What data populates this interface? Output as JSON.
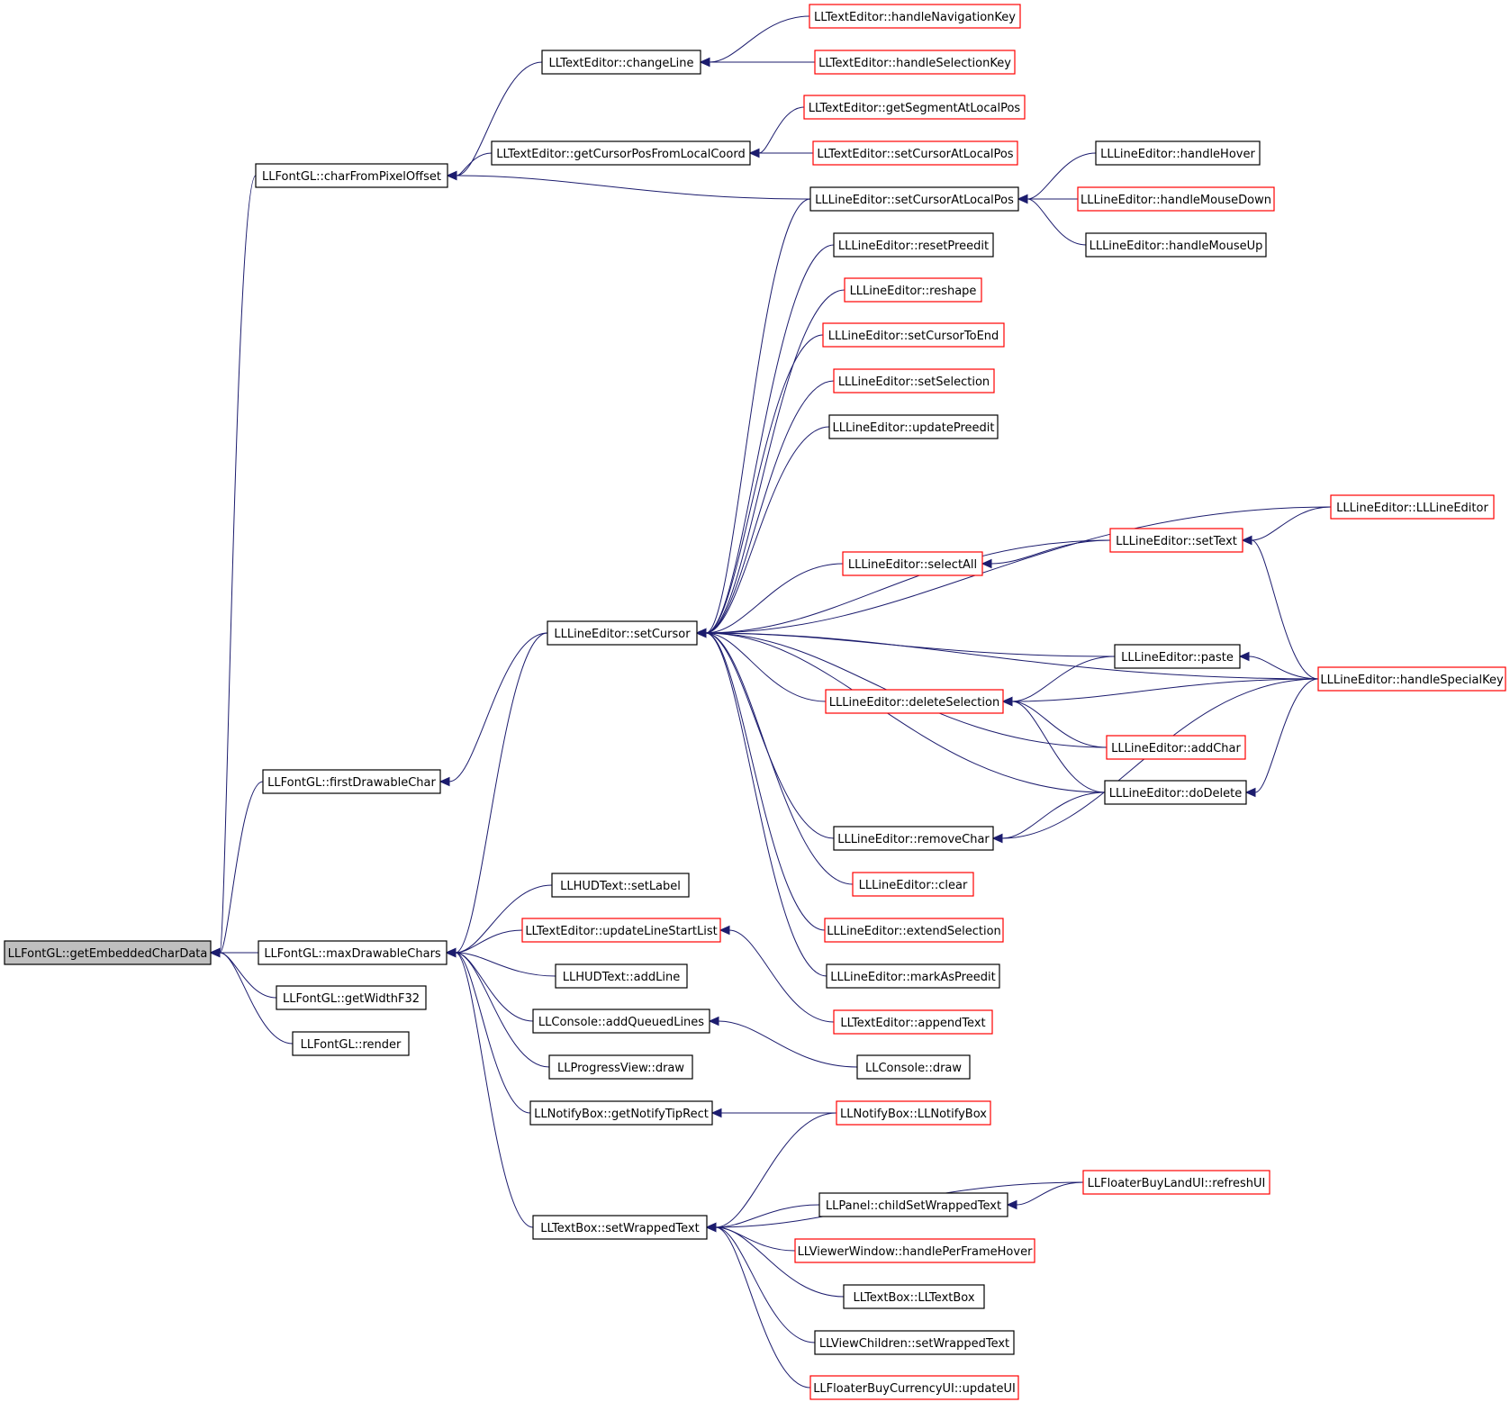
{
  "nodes": [
    {
      "id": "getEmbeddedCharData",
      "label": "LLFontGL::getEmbeddedCharData",
      "color": "black",
      "focus": true
    },
    {
      "id": "charFromPixelOffset",
      "label": "LLFontGL::charFromPixelOffset",
      "color": "black"
    },
    {
      "id": "firstDrawableChar",
      "label": "LLFontGL::firstDrawableChar",
      "color": "black"
    },
    {
      "id": "maxDrawableChars",
      "label": "LLFontGL::maxDrawableChars",
      "color": "black"
    },
    {
      "id": "getWidthF32",
      "label": "LLFontGL::getWidthF32",
      "color": "black"
    },
    {
      "id": "render",
      "label": "LLFontGL::render",
      "color": "black"
    },
    {
      "id": "changeLine",
      "label": "LLTextEditor::changeLine",
      "color": "black"
    },
    {
      "id": "handleNavigationKey",
      "label": "LLTextEditor::handleNavigationKey",
      "color": "red"
    },
    {
      "id": "handleSelectionKey",
      "label": "LLTextEditor::handleSelectionKey",
      "color": "red"
    },
    {
      "id": "getCursorPosFromLocalCoord",
      "label": "LLTextEditor::getCursorPosFromLocalCoord",
      "color": "black"
    },
    {
      "id": "getSegmentAtLocalPos",
      "label": "LLTextEditor::getSegmentAtLocalPos",
      "color": "red"
    },
    {
      "id": "teSetCursorAtLocalPos",
      "label": "LLTextEditor::setCursorAtLocalPos",
      "color": "red"
    },
    {
      "id": "leSetCursorAtLocalPos",
      "label": "LLLineEditor::setCursorAtLocalPos",
      "color": "black"
    },
    {
      "id": "handleHover",
      "label": "LLLineEditor::handleHover",
      "color": "black"
    },
    {
      "id": "handleMouseDown",
      "label": "LLLineEditor::handleMouseDown",
      "color": "red"
    },
    {
      "id": "handleMouseUp",
      "label": "LLLineEditor::handleMouseUp",
      "color": "black"
    },
    {
      "id": "resetPreedit",
      "label": "LLLineEditor::resetPreedit",
      "color": "black"
    },
    {
      "id": "reshape",
      "label": "LLLineEditor::reshape",
      "color": "red"
    },
    {
      "id": "setCursorToEnd",
      "label": "LLLineEditor::setCursorToEnd",
      "color": "red"
    },
    {
      "id": "setSelection",
      "label": "LLLineEditor::setSelection",
      "color": "red"
    },
    {
      "id": "updatePreedit",
      "label": "LLLineEditor::updatePreedit",
      "color": "black"
    },
    {
      "id": "llLineEditorCtor",
      "label": "LLLineEditor::LLLineEditor",
      "color": "red"
    },
    {
      "id": "setText",
      "label": "LLLineEditor::setText",
      "color": "red"
    },
    {
      "id": "selectAll",
      "label": "LLLineEditor::selectAll",
      "color": "red"
    },
    {
      "id": "setCursor",
      "label": "LLLineEditor::setCursor",
      "color": "black"
    },
    {
      "id": "paste",
      "label": "LLLineEditor::paste",
      "color": "black"
    },
    {
      "id": "handleSpecialKey",
      "label": "LLLineEditor::handleSpecialKey",
      "color": "red"
    },
    {
      "id": "deleteSelection",
      "label": "LLLineEditor::deleteSelection",
      "color": "red"
    },
    {
      "id": "addChar",
      "label": "LLLineEditor::addChar",
      "color": "red"
    },
    {
      "id": "doDelete",
      "label": "LLLineEditor::doDelete",
      "color": "black"
    },
    {
      "id": "removeChar",
      "label": "LLLineEditor::removeChar",
      "color": "black"
    },
    {
      "id": "clear",
      "label": "LLLineEditor::clear",
      "color": "red"
    },
    {
      "id": "extendSelection",
      "label": "LLLineEditor::extendSelection",
      "color": "red"
    },
    {
      "id": "markAsPreedit",
      "label": "LLLineEditor::markAsPreedit",
      "color": "black"
    },
    {
      "id": "hudSetLabel",
      "label": "LLHUDText::setLabel",
      "color": "black"
    },
    {
      "id": "updateLineStartList",
      "label": "LLTextEditor::updateLineStartList",
      "color": "red"
    },
    {
      "id": "hudAddLine",
      "label": "LLHUDText::addLine",
      "color": "black"
    },
    {
      "id": "addQueuedLines",
      "label": "LLConsole::addQueuedLines",
      "color": "black"
    },
    {
      "id": "appendText",
      "label": "LLTextEditor::appendText",
      "color": "red"
    },
    {
      "id": "progressDraw",
      "label": "LLProgressView::draw",
      "color": "black"
    },
    {
      "id": "consoleDraw",
      "label": "LLConsole::draw",
      "color": "black"
    },
    {
      "id": "getNotifyTipRect",
      "label": "LLNotifyBox::getNotifyTipRect",
      "color": "black"
    },
    {
      "id": "notifyBoxCtor",
      "label": "LLNotifyBox::LLNotifyBox",
      "color": "red"
    },
    {
      "id": "tbSetWrappedText",
      "label": "LLTextBox::setWrappedText",
      "color": "black"
    },
    {
      "id": "refreshUI",
      "label": "LLFloaterBuyLandUI::refreshUI",
      "color": "red"
    },
    {
      "id": "childSetWrappedText",
      "label": "LLPanel::childSetWrappedText",
      "color": "black"
    },
    {
      "id": "handlePerFrameHover",
      "label": "LLViewerWindow::handlePerFrameHover",
      "color": "red"
    },
    {
      "id": "textBoxCtor",
      "label": "LLTextBox::LLTextBox",
      "color": "black"
    },
    {
      "id": "vcSetWrappedText",
      "label": "LLViewChildren::setWrappedText",
      "color": "black"
    },
    {
      "id": "buyCurrencyUpdateUI",
      "label": "LLFloaterBuyCurrencyUI::updateUI",
      "color": "red"
    }
  ],
  "edges": [
    [
      "charFromPixelOffset",
      "getEmbeddedCharData"
    ],
    [
      "firstDrawableChar",
      "getEmbeddedCharData"
    ],
    [
      "maxDrawableChars",
      "getEmbeddedCharData"
    ],
    [
      "getWidthF32",
      "getEmbeddedCharData"
    ],
    [
      "render",
      "getEmbeddedCharData"
    ],
    [
      "changeLine",
      "charFromPixelOffset"
    ],
    [
      "getCursorPosFromLocalCoord",
      "charFromPixelOffset"
    ],
    [
      "leSetCursorAtLocalPos",
      "charFromPixelOffset"
    ],
    [
      "handleNavigationKey",
      "changeLine"
    ],
    [
      "handleSelectionKey",
      "changeLine"
    ],
    [
      "getSegmentAtLocalPos",
      "getCursorPosFromLocalCoord"
    ],
    [
      "teSetCursorAtLocalPos",
      "getCursorPosFromLocalCoord"
    ],
    [
      "handleHover",
      "leSetCursorAtLocalPos"
    ],
    [
      "handleMouseDown",
      "leSetCursorAtLocalPos"
    ],
    [
      "handleMouseUp",
      "leSetCursorAtLocalPos"
    ],
    [
      "setCursor",
      "firstDrawableChar"
    ],
    [
      "setCursor",
      "maxDrawableChars"
    ],
    [
      "leSetCursorAtLocalPos",
      "setCursor"
    ],
    [
      "resetPreedit",
      "setCursor"
    ],
    [
      "reshape",
      "setCursor"
    ],
    [
      "setCursorToEnd",
      "setCursor"
    ],
    [
      "setSelection",
      "setCursor"
    ],
    [
      "updatePreedit",
      "setCursor"
    ],
    [
      "llLineEditorCtor",
      "setCursor"
    ],
    [
      "setText",
      "setCursor"
    ],
    [
      "selectAll",
      "setCursor"
    ],
    [
      "handleSpecialKey",
      "setCursor"
    ],
    [
      "paste",
      "setCursor"
    ],
    [
      "deleteSelection",
      "setCursor"
    ],
    [
      "addChar",
      "setCursor"
    ],
    [
      "doDelete",
      "setCursor"
    ],
    [
      "removeChar",
      "setCursor"
    ],
    [
      "clear",
      "setCursor"
    ],
    [
      "extendSelection",
      "setCursor"
    ],
    [
      "markAsPreedit",
      "setCursor"
    ],
    [
      "llLineEditorCtor",
      "setText"
    ],
    [
      "handleSpecialKey",
      "setText"
    ],
    [
      "setText",
      "selectAll"
    ],
    [
      "handleSpecialKey",
      "paste"
    ],
    [
      "paste",
      "deleteSelection"
    ],
    [
      "handleSpecialKey",
      "deleteSelection"
    ],
    [
      "addChar",
      "deleteSelection"
    ],
    [
      "doDelete",
      "deleteSelection"
    ],
    [
      "handleSpecialKey",
      "doDelete"
    ],
    [
      "doDelete",
      "removeChar"
    ],
    [
      "handleSpecialKey",
      "removeChar"
    ],
    [
      "hudSetLabel",
      "maxDrawableChars"
    ],
    [
      "updateLineStartList",
      "maxDrawableChars"
    ],
    [
      "hudAddLine",
      "maxDrawableChars"
    ],
    [
      "addQueuedLines",
      "maxDrawableChars"
    ],
    [
      "progressDraw",
      "maxDrawableChars"
    ],
    [
      "getNotifyTipRect",
      "maxDrawableChars"
    ],
    [
      "tbSetWrappedText",
      "maxDrawableChars"
    ],
    [
      "appendText",
      "updateLineStartList"
    ],
    [
      "consoleDraw",
      "addQueuedLines"
    ],
    [
      "notifyBoxCtor",
      "getNotifyTipRect"
    ],
    [
      "notifyBoxCtor",
      "tbSetWrappedText"
    ],
    [
      "refreshUI",
      "tbSetWrappedText"
    ],
    [
      "refreshUI",
      "childSetWrappedText"
    ],
    [
      "childSetWrappedText",
      "tbSetWrappedText"
    ],
    [
      "handlePerFrameHover",
      "tbSetWrappedText"
    ],
    [
      "textBoxCtor",
      "tbSetWrappedText"
    ],
    [
      "vcSetWrappedText",
      "tbSetWrappedText"
    ],
    [
      "buyCurrencyUpdateUI",
      "tbSetWrappedText"
    ]
  ],
  "colors": {
    "edge": "#1c1c6e",
    "border_black": "#000000",
    "border_red": "#ff0000",
    "focus_fill": "#bfbfbf"
  }
}
